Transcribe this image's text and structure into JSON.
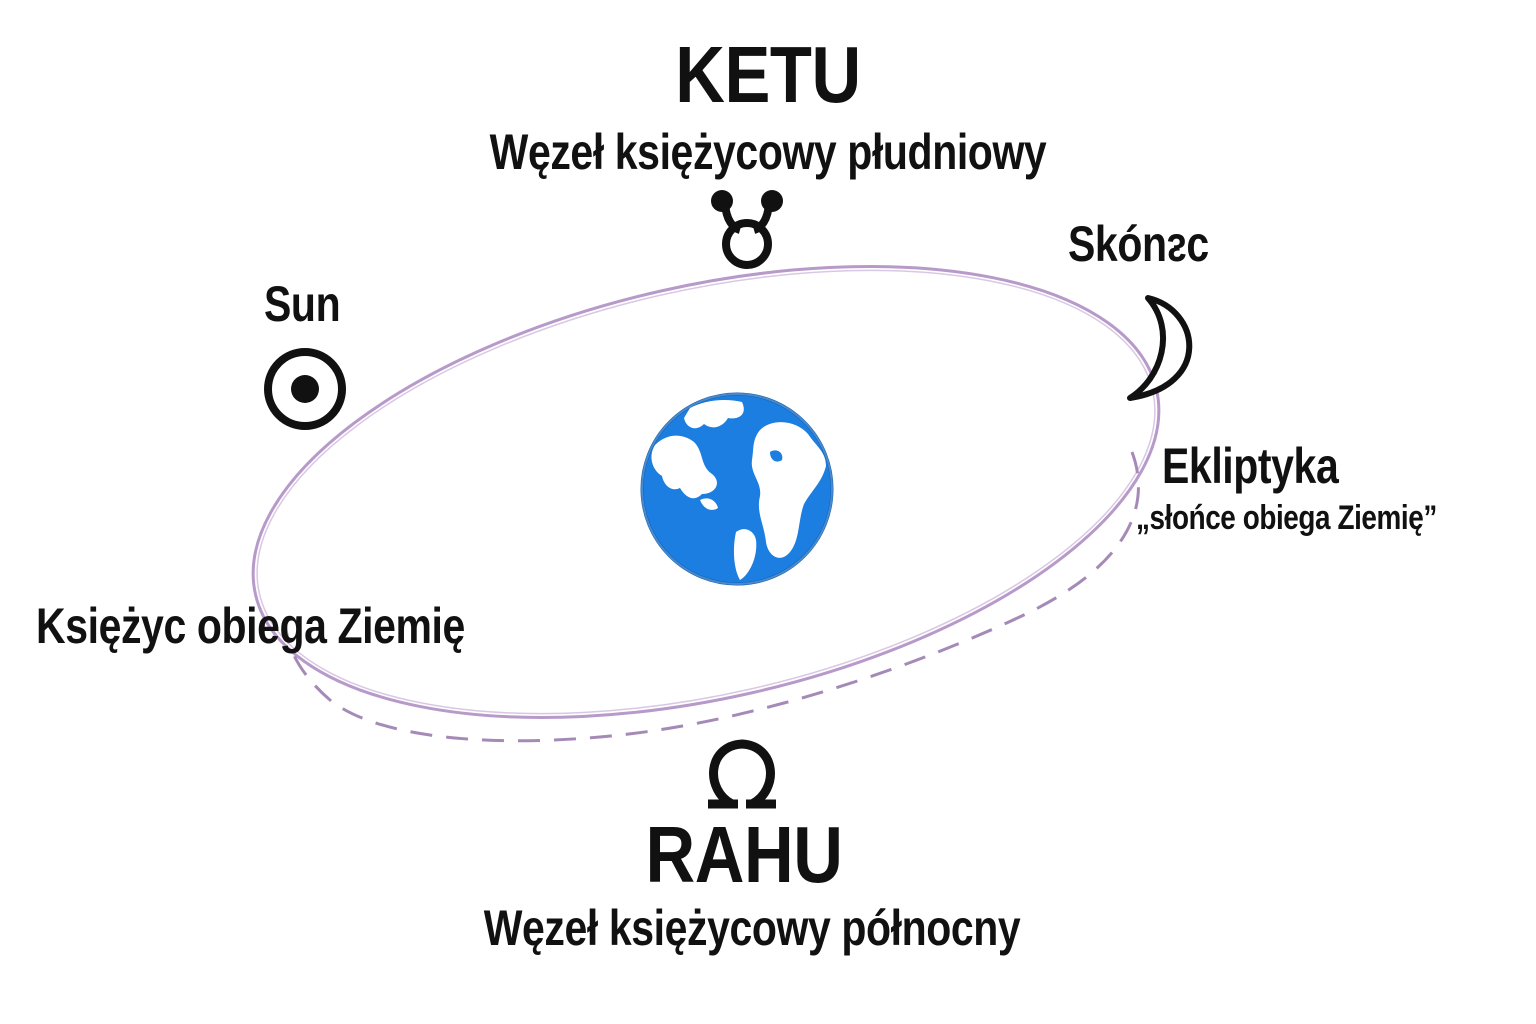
{
  "ketu": {
    "title": "KETU",
    "subtitle": "Węzeł księżycowy płudniowy",
    "symbol": "south-node-symbol"
  },
  "rahu": {
    "title": "RAHU",
    "subtitle": "Węzeł księżycowy północny",
    "symbol": "north-node-symbol"
  },
  "sun": {
    "label": "Sun",
    "symbol": "sun-symbol"
  },
  "moon": {
    "label": "Skónᴤc",
    "symbol": "crescent-moon-symbol"
  },
  "ecliptic": {
    "label": "Ekliptyka",
    "note": "„słońce obiega Ziemię”"
  },
  "moon_orbit": {
    "label": "Księżyc obiega Ziemię"
  },
  "earth": {
    "icon": "earth-globe-icon"
  },
  "colors": {
    "text": "#111111",
    "orbit_line": "#b79ac9",
    "earth_ocean": "#1b7ee0",
    "earth_land": "#ffffff"
  }
}
